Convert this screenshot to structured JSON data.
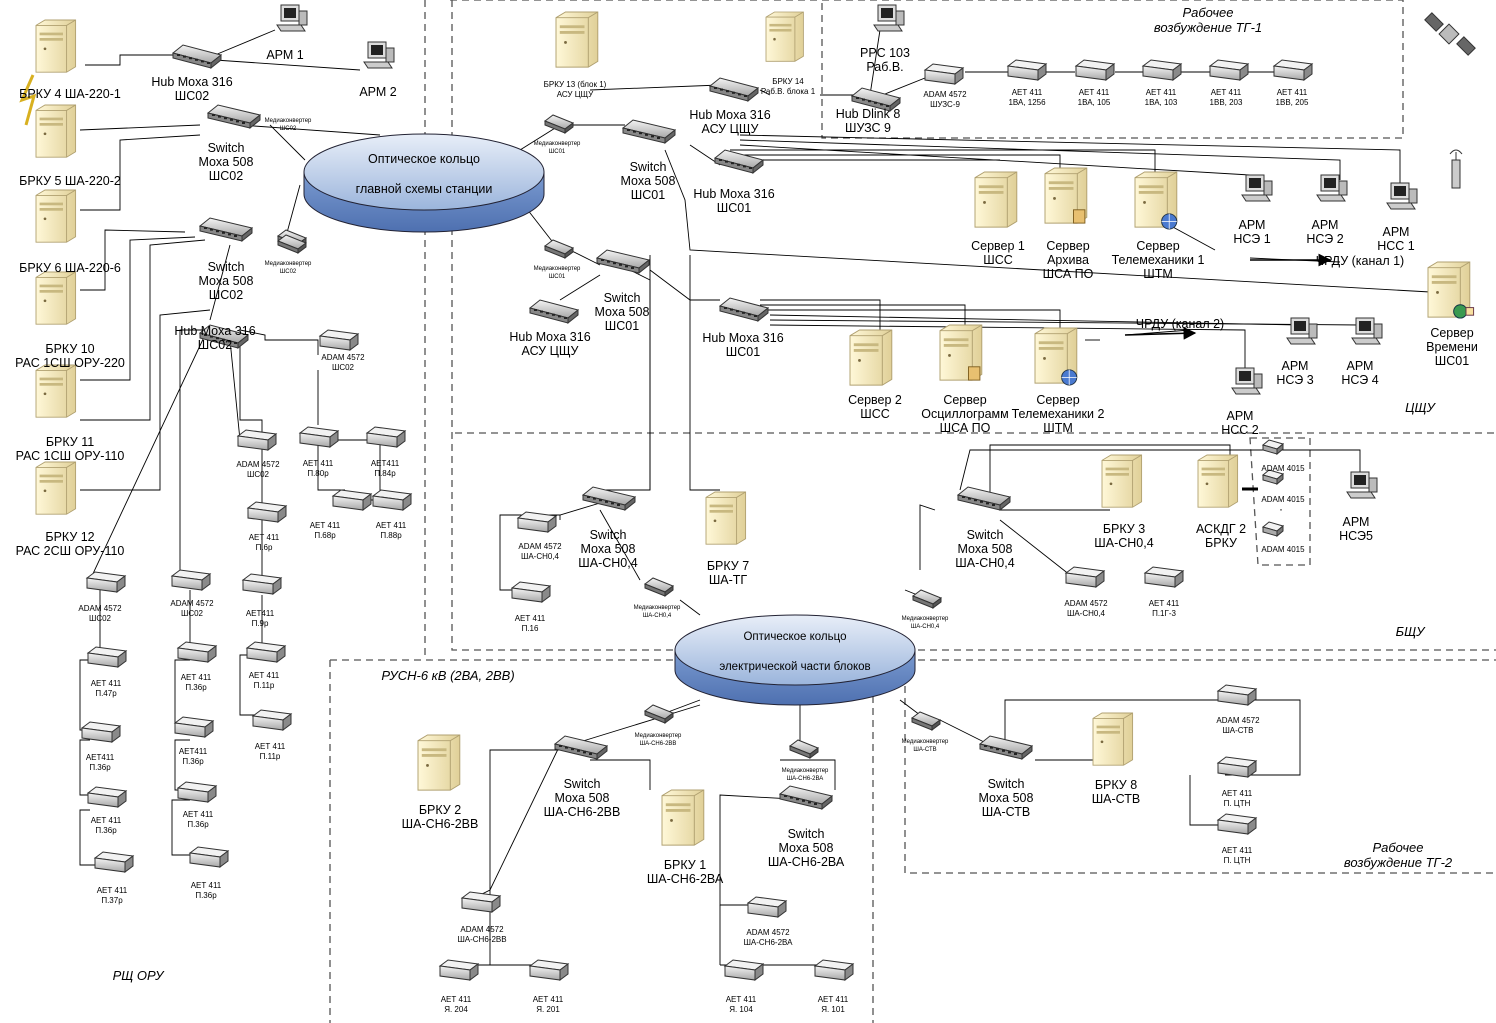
{
  "zones": {
    "tg1": [
      "Рабочее",
      "возбуждение ТГ-1"
    ],
    "tschu": "ЦЩУ",
    "bschu": "БЩУ",
    "rusn": "РУСН-6 кВ (2ВА, 2ВВ)",
    "tg2": [
      "Рабочее",
      "возбуждение ТГ-2"
    ],
    "rsch": "РЩ ОРУ"
  },
  "rings": {
    "main": [
      "Оптическое кольцо",
      "главной схемы станции"
    ],
    "blocks": [
      "Оптическое кольцо",
      "электрической части блоков"
    ]
  },
  "servers": {
    "brku4": [
      "БРКУ 4 ША-220-1"
    ],
    "brku5": [
      "БРКУ 5 ША-220-2"
    ],
    "brku6": [
      "БРКУ 6 ША-220-6"
    ],
    "brku10": [
      "БРКУ 10",
      "РАС 1СШ ОРУ-220"
    ],
    "brku11": [
      "БРКУ 11",
      "РАС 1СШ ОРУ-110"
    ],
    "brku12": [
      "БРКУ 12",
      "РАС 2СШ ОРУ-110"
    ],
    "brku13": [
      "БРКУ 13 (блок 1)",
      "АСУ ЦЩУ"
    ],
    "brku14": [
      "БРКУ 14",
      "Раб.В. блока 1"
    ],
    "srv1": [
      "Сервер 1",
      "ШСС"
    ],
    "srvArch": [
      "Сервер",
      "Архива",
      "ШСА ПО"
    ],
    "srvTm1": [
      "Сервер",
      "Телемеханики 1",
      "ШТМ"
    ],
    "srvTime": [
      "Сервер",
      "Времени",
      "ШС01"
    ],
    "srv2": [
      "Сервер 2",
      "ШСС"
    ],
    "srvOsc": [
      "Сервер",
      "Осциллограмм",
      "ШСА ПО"
    ],
    "srvTm2": [
      "Сервер",
      "Телемеханики 2",
      "ШТМ"
    ],
    "brku7": [
      "БРКУ 7",
      "ША-ТГ"
    ],
    "brku3": [
      "БРКУ 3",
      "ША-СН0,4"
    ],
    "askdg": [
      "АСКДГ 2",
      "БРКУ"
    ],
    "brku2": [
      "БРКУ 2",
      "ША-СН6-2ВВ"
    ],
    "brku1": [
      "БРКУ 1",
      "ША-СН6-2ВА"
    ],
    "brku8": [
      "БРКУ 8",
      "ША-СТВ"
    ]
  },
  "workstations": {
    "arm1": [
      "АРМ 1"
    ],
    "arm2": [
      "АРМ 2"
    ],
    "prs103": [
      "РРС 103",
      "Раб.В."
    ],
    "nse1": [
      "АРМ",
      "НСЭ 1"
    ],
    "nse2": [
      "АРМ",
      "НСЭ 2"
    ],
    "nss1": [
      "АРМ",
      "НСС 1"
    ],
    "nse3": [
      "АРМ",
      "НСЭ 3"
    ],
    "nse4": [
      "АРМ",
      "НСЭ 4"
    ],
    "nss2": [
      "АРМ",
      "НСС 2"
    ],
    "nse5": [
      "АРМ",
      "НСЭ5"
    ]
  },
  "switches": {
    "hubSch02": [
      "Hub Moxa 316",
      "ШС02"
    ],
    "swSch02a": [
      "Switch",
      "Moxa 508",
      "ШС02"
    ],
    "swSch02b": [
      "Switch",
      "Moxa 508",
      "ШС02"
    ],
    "hubSch02b": [
      "Hub Moxa 316",
      "ШС02"
    ],
    "hubAsu1": [
      "Hub Moxa 316",
      "АСУ ЦЩУ"
    ],
    "hubDlink": [
      "Hub Dlink 8",
      "ШУЗС 9"
    ],
    "swSc01a": [
      "Switch",
      "Moxa 508",
      "ШС01"
    ],
    "hubSc01a": [
      "Hub Moxa 316",
      "ШС01"
    ],
    "swSc01b": [
      "Switch",
      "Moxa 508",
      "ШС01"
    ],
    "hubAsu2": [
      "Hub Moxa 316",
      "АСУ ЦЩУ"
    ],
    "hubSc01b": [
      "Hub Moxa 316",
      "ШС01"
    ],
    "swCn04a": [
      "Switch",
      "Moxa 508",
      "ША-СН0,4"
    ],
    "swCn04b": [
      "Switch",
      "Moxa 508",
      "ША-СН0,4"
    ],
    "swCn6vv": [
      "Switch",
      "Moxa 508",
      "ША-СН6-2ВВ"
    ],
    "swCn6va": [
      "Switch",
      "Moxa 508",
      "ША-СН6-2ВА"
    ],
    "swCtb": [
      "Switch",
      "Moxa 508",
      "ША-СТВ"
    ]
  },
  "converters": {
    "mcSch02a": [
      "Медиаконвертер",
      "ШС02"
    ],
    "mcSch02b": [
      "Медиаконвертер",
      "ШС02"
    ],
    "mcSc01a": [
      "Медиаконвертер",
      "ШС01"
    ],
    "mcSc01b": [
      "Медиаконвертер",
      "ШС01"
    ],
    "mcCn04a": [
      "Медиаконвертер",
      "ША-СН0,4"
    ],
    "mcCn04b": [
      "Медиаконвертер",
      "ША-СН0,4"
    ],
    "mcCn6vv": [
      "Медиаконвертер",
      "ША-СН6-2ВВ"
    ],
    "mcCn6va": [
      "Медиаконвертер",
      "ША-СН6-2ВА"
    ],
    "mcCtb": [
      "Медиаконвертер",
      "ША-СТВ"
    ]
  },
  "modules": {
    "adamSchz9": [
      "ADAM 4572",
      "ШУЗС-9"
    ],
    "aet1256": [
      "АЕТ 411",
      "1ВА, 1256"
    ],
    "aet105": [
      "АЕТ 411",
      "1ВА, 105"
    ],
    "aet103": [
      "АЕТ 411",
      "1ВА, 103"
    ],
    "aet203": [
      "АЕТ 411",
      "1ВВ, 203"
    ],
    "aet205": [
      "АЕТ 411",
      "1ВВ, 205"
    ],
    "adamSch02r": [
      "ADAM 4572",
      "ШС02"
    ],
    "adamSch02c": [
      "ADAM 4572",
      "ШС02"
    ],
    "aetP80": [
      "АЕТ 411",
      "П.80р"
    ],
    "aetP84": [
      "АЕТ411",
      "П.84р"
    ],
    "aetP68": [
      "АЕТ 411",
      "П.68р"
    ],
    "aetP88": [
      "АЕТ 411",
      "П.88р"
    ],
    "aetP6": [
      "АЕТ 411",
      "П.6р"
    ],
    "aetP9": [
      "АЕТ411",
      "П.9р"
    ],
    "aetP11a": [
      "АЕТ 411",
      "П.11р"
    ],
    "aetP11b": [
      "АЕТ 411",
      "П.11р"
    ],
    "adamSch02L1": [
      "ADAM 4572",
      "ШС02"
    ],
    "adamSch02L2": [
      "ADAM 4572",
      "ШС02"
    ],
    "aetP47": [
      "АЕТ 411",
      "П.47р"
    ],
    "aetP36a": [
      "АЕТ411",
      "П.36р"
    ],
    "aetP36b": [
      "АЕТ 411",
      "П.36р"
    ],
    "aetP37": [
      "АЕТ 411",
      "П.37р"
    ],
    "aetP36c": [
      "АЕТ 411",
      "П.36р"
    ],
    "aetP36d": [
      "АЕТ411",
      "П.36р"
    ],
    "aetP36e": [
      "АЕТ 411",
      "П.36р"
    ],
    "aetP36f": [
      "АЕТ 411",
      "П.36р"
    ],
    "adamCn04": [
      "ADAM 4572",
      "ША-СН0,4"
    ],
    "aetP16": [
      "АЕТ 411",
      "П.16"
    ],
    "adamCn04b": [
      "ADAM 4572",
      "ША-СН0,4"
    ],
    "aetP1g3": [
      "АЕТ 411",
      "П.1Г-3"
    ],
    "adam4015a": [
      "ADAM 4015"
    ],
    "adam4015b": [
      "ADAM 4015"
    ],
    "adam4015c": [
      "ADAM 4015"
    ],
    "adamCtb": [
      "ADAM 4572",
      "ША-СТВ"
    ],
    "aetCtn1": [
      "АЕТ 411",
      "П. ЦТН"
    ],
    "aetCtn2": [
      "АЕТ 411",
      "П. ЦТН"
    ],
    "adamCn6vv": [
      "ADAM 4572",
      "ША-СН6-2ВВ"
    ],
    "aetYa204": [
      "АЕТ 411",
      "Я. 204"
    ],
    "aetYa201": [
      "АЕТ 411",
      "Я. 201"
    ],
    "adamCn6va": [
      "ADAM 4572",
      "ША-СН6-2ВА"
    ],
    "aetYa104": [
      "АЕТ 411",
      "Я. 104"
    ],
    "aetYa101": [
      "АЕТ 411",
      "Я. 101"
    ]
  },
  "links": {
    "chrdu1": "ЧРДУ (канал 1)",
    "chrdu2": "ЧРДУ (канал 2)"
  },
  "icon_legend": {
    "server": "server-tower-icon",
    "pc": "workstation-pc-icon",
    "switch": "network-switch-icon",
    "converter": "media-converter-icon",
    "module": "io-module-icon",
    "satellite": "gps-satellite-icon",
    "antenna": "gps-antenna-icon"
  }
}
